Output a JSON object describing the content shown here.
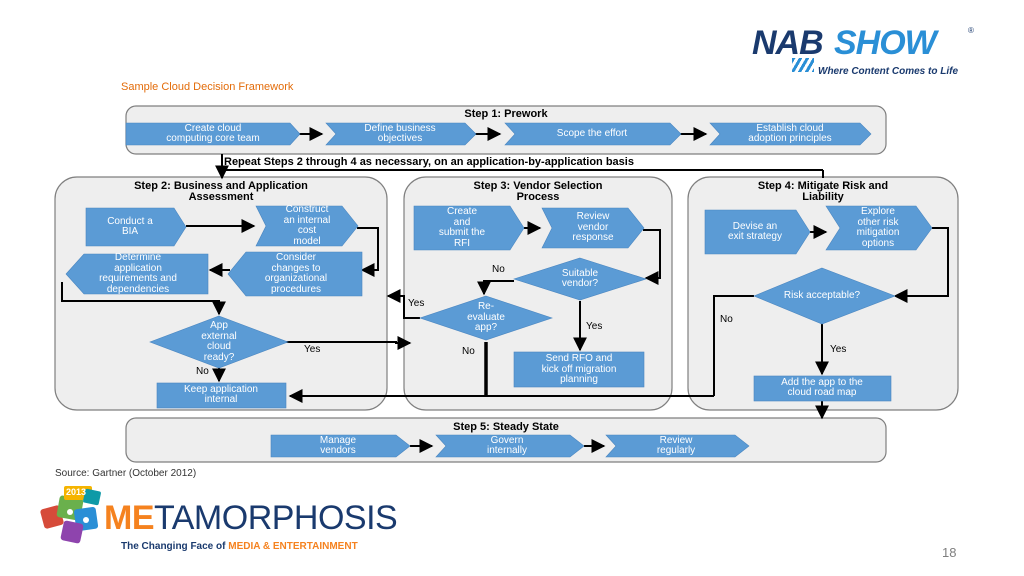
{
  "header": {
    "title": "Sample Cloud Decision Framework",
    "brand": {
      "nab": "NAB",
      "show": "SHOW",
      "reg": "®",
      "tagline": "Where Content Comes to Life"
    }
  },
  "steps": {
    "step1": "Step 1: Prework",
    "repeat_note": "Repeat Steps 2 through 4 as necessary, on an application-by-application basis",
    "step2": [
      "Step 2: Business and Application",
      "Assessment"
    ],
    "step3": [
      "Step 3: Vendor Selection",
      "Process"
    ],
    "step4": [
      "Step 4: Mitigate Risk and",
      "Liability"
    ],
    "step5": "Step 5: Steady State"
  },
  "nodes": {
    "create_team": [
      "Create cloud",
      "computing core team"
    ],
    "define_obj": [
      "Define business",
      "objectives"
    ],
    "scope": [
      "Scope the effort"
    ],
    "establish": [
      "Establish cloud",
      "adoption principles"
    ],
    "bia": [
      "Conduct a",
      "BIA"
    ],
    "cost_model": [
      "Construct",
      "an internal",
      "cost",
      "model"
    ],
    "determine": [
      "Determine",
      "application",
      "requirements and",
      "dependencies"
    ],
    "changes": [
      "Consider",
      "changes to",
      "organizational",
      "procedures"
    ],
    "ready": [
      "App",
      "external",
      "cloud",
      "ready?"
    ],
    "keep": [
      "Keep application",
      "internal"
    ],
    "rfi": [
      "Create",
      "and",
      "submit the",
      "RFI"
    ],
    "review": [
      "Review",
      "vendor",
      "response"
    ],
    "suitable": [
      "Suitable",
      "vendor?"
    ],
    "reevaluate": [
      "Re-",
      "evaluate",
      "app?"
    ],
    "send_rfo": [
      "Send RFO and",
      "kick off migration",
      "planning"
    ],
    "exit": [
      "Devise an",
      "exit strategy"
    ],
    "explore": [
      "Explore",
      "other risk",
      "mitigation",
      "options"
    ],
    "risk": [
      "Risk acceptable?"
    ],
    "add_app": [
      "Add the app to the",
      "cloud road map"
    ],
    "manage": [
      "Manage",
      "vendors"
    ],
    "govern": [
      "Govern",
      "internally"
    ],
    "review_reg": [
      "Review",
      "regularly"
    ]
  },
  "edge_labels": {
    "ready_yes": "Yes",
    "ready_no": "No",
    "suitable_no": "No",
    "suitable_yes": "Yes",
    "reeval_yes": "Yes",
    "reeval_no": "No",
    "risk_no": "No",
    "risk_yes": "Yes"
  },
  "footer": {
    "source": "Source: Gartner (October 2012)",
    "badge_year": "2013",
    "meta_me": "ME",
    "meta_rest": "TAMORPHOSIS",
    "sub_a": "The Changing Face of ",
    "sub_b": "MEDIA & ENTERTAINMENT",
    "page_number": "18"
  },
  "colors": {
    "node_fill": "#5b9bd5",
    "panel_fill": "#eeeeee",
    "panel_stroke": "#7f7f7f",
    "brand_navy": "#1a3a6e",
    "brand_blue": "#2a8fd6",
    "title_orange": "#e36c0a",
    "meta_orange": "#f5821f"
  }
}
